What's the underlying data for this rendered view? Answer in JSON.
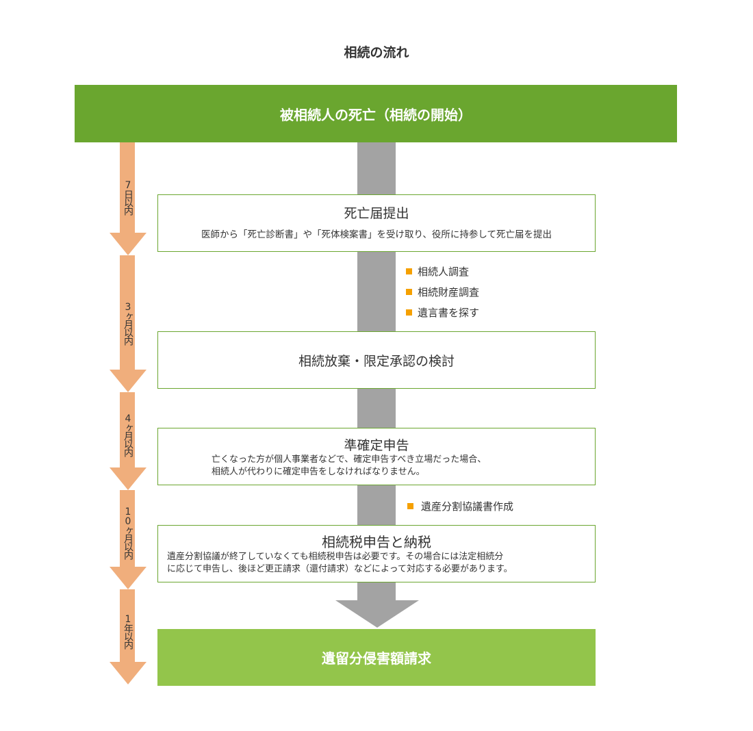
{
  "title": "相続の流れ",
  "start": "被相続人の死亡（相続の開始）",
  "steps": [
    {
      "heading": "死亡届提出",
      "desc": [
        "医師から「死亡診断書」や「死体検案書」を受け取り、役所に持参して死亡届を提出"
      ]
    },
    {
      "heading": "相続放棄・限定承認の検討",
      "desc": []
    },
    {
      "heading": "準確定申告",
      "desc": [
        "亡くなった方が個人事業者などで、確定申告すべき立場だった場合、",
        "相続人が代わりに確定申告をしなければなりません。"
      ]
    },
    {
      "heading": "相続税申告と納税",
      "desc": [
        "遺産分割協議が終了していなくても相続税申告は必要です。その場合には法定相続分",
        "に応じて申告し、後ほど更正請求（還付請求）などによって対応する必要があります。"
      ]
    }
  ],
  "final": "遺留分侵害額請求",
  "bullets_1": [
    "相続人調査",
    "相続財産調査",
    "遺言書を探す"
  ],
  "bullets_2": [
    "遺産分割協議書作成"
  ],
  "deadlines": [
    "7日以内",
    "3ヶ月以内",
    "4ヶ月以内",
    "10ヶ月以内",
    "1年以内"
  ],
  "colors": {
    "green": "#6aa62f",
    "light_green": "#93c54b",
    "orange_arrow": "#f0ae7c",
    "gray_arrow": "#a3a3a3",
    "bullet": "#f5a000"
  }
}
